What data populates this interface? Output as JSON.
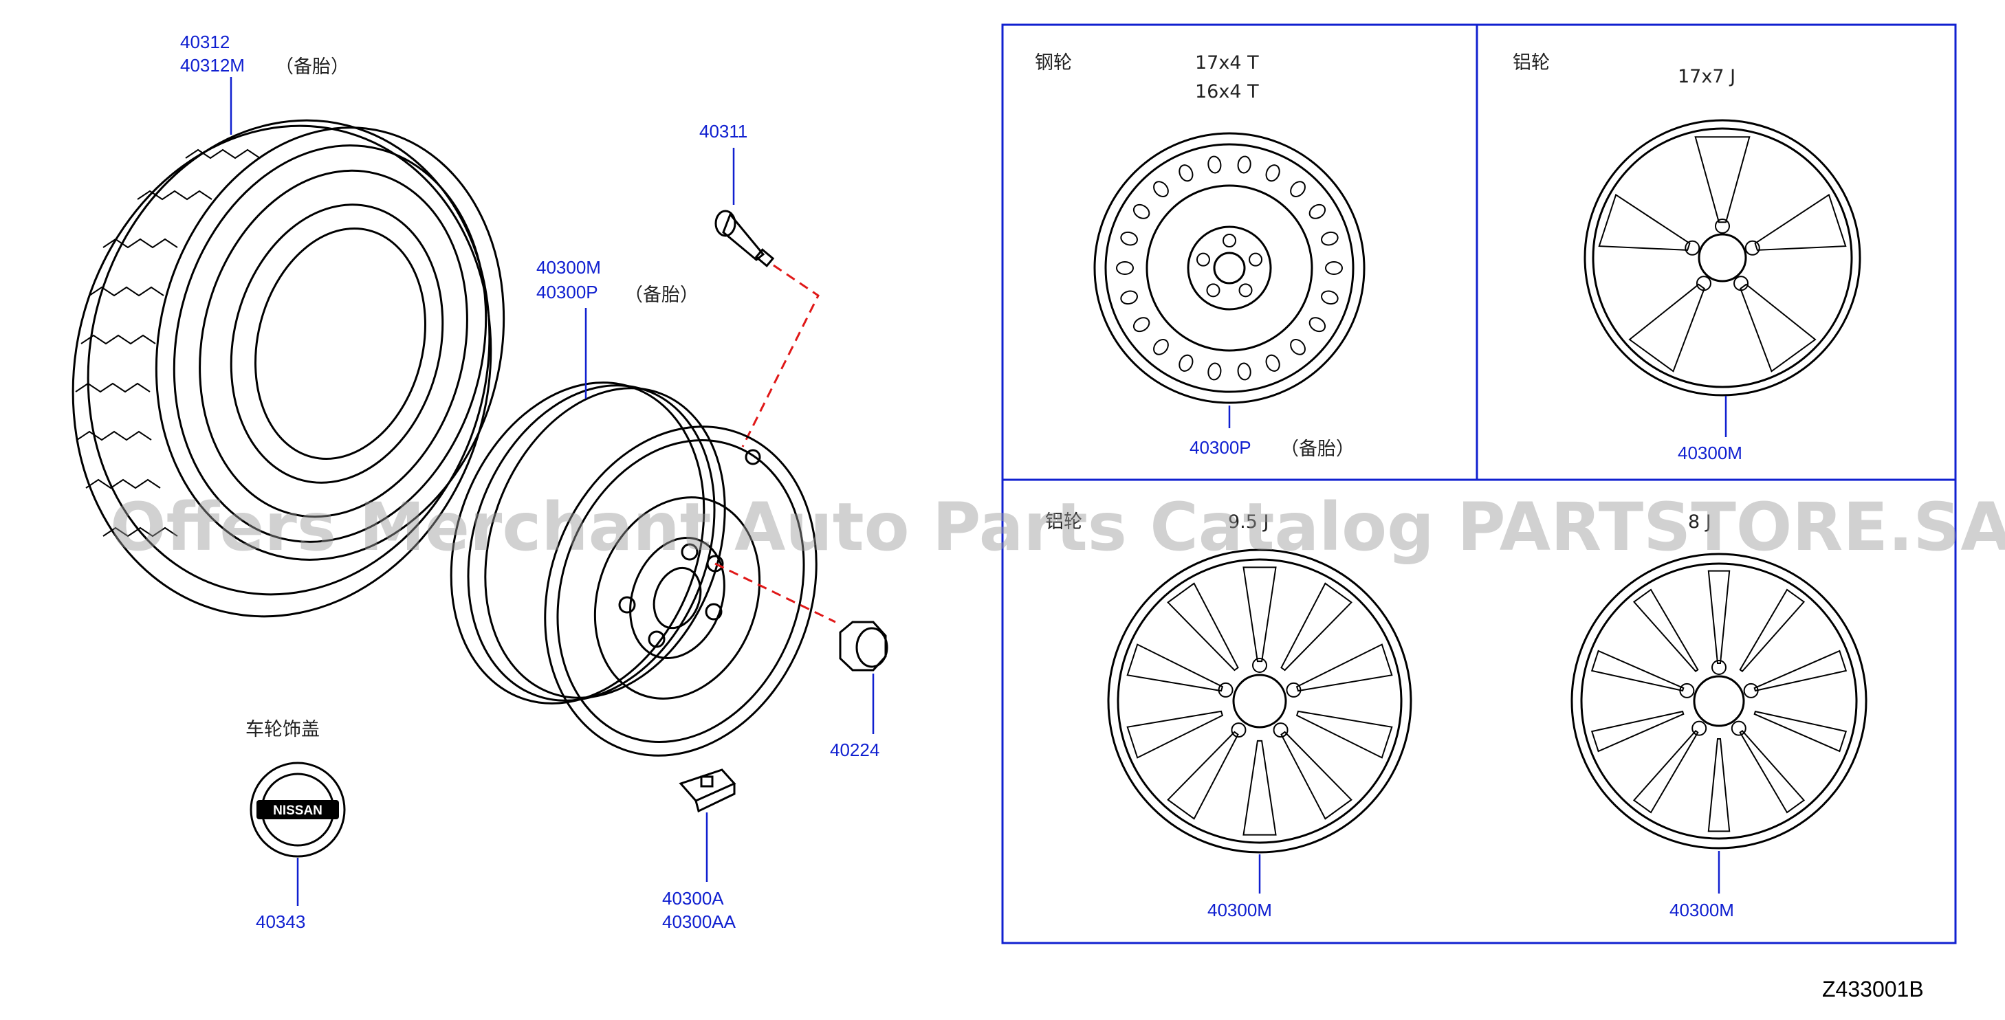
{
  "callouts": {
    "tire": [
      "40312",
      "40312M"
    ],
    "tire_note": "（备胎）",
    "valve": "40311",
    "wheel": [
      "40300M",
      "40300P"
    ],
    "wheel_note": "（备胎）",
    "nut": "40224",
    "weight": [
      "40300A",
      "40300AA"
    ],
    "cap": "40343",
    "cap_title": "车轮饰盖"
  },
  "panels": {
    "steel": {
      "title": "钢轮",
      "sizes": [
        "17x4   T",
        "16x4   T"
      ],
      "part": "40300P",
      "note": "（备胎）"
    },
    "alloy1": {
      "title": "铝轮",
      "size": "17x7   J",
      "part": "40300M"
    },
    "alloy2": {
      "title": "铝轮",
      "size": "9.5   J",
      "part": "40300M"
    },
    "alloy3": {
      "size": "8   J",
      "part": "40300M"
    }
  },
  "nissan_logo": "NISSAN",
  "watermark": "Offers Merchant Auto Parts Catalog PARTSTORE.SA",
  "diagram_code": "Z433001B"
}
